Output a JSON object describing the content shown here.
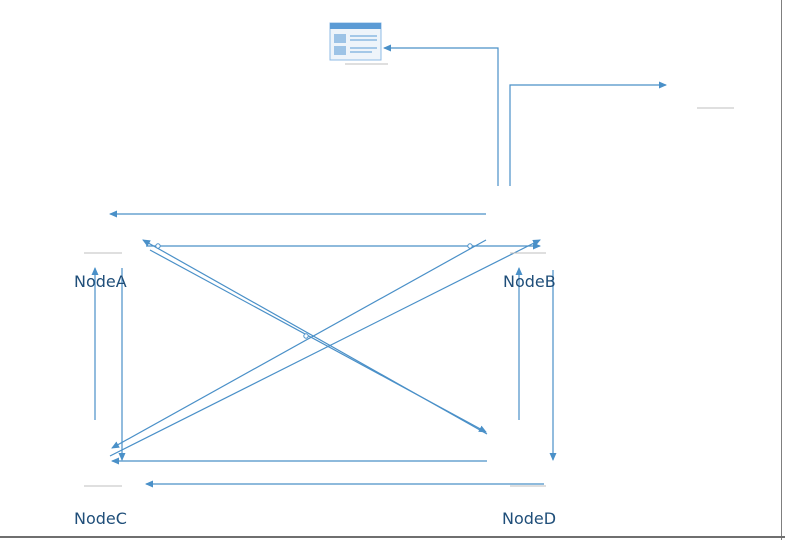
{
  "nodes": {
    "a": {
      "label": "NodeA"
    },
    "b": {
      "label": "NodeB"
    },
    "c": {
      "label": "NodeC"
    },
    "d": {
      "label": "NodeD"
    }
  },
  "colors": {
    "database_fill": "#5b9bd5",
    "database_rim": "#8fbbe6",
    "arrow": "#4a90c8",
    "server_stroke": "#a6a6a6",
    "label": "#1f4e79"
  },
  "icons": {
    "database": "database-icon",
    "server": "server-icon",
    "web_app": "web-app-window-icon"
  }
}
